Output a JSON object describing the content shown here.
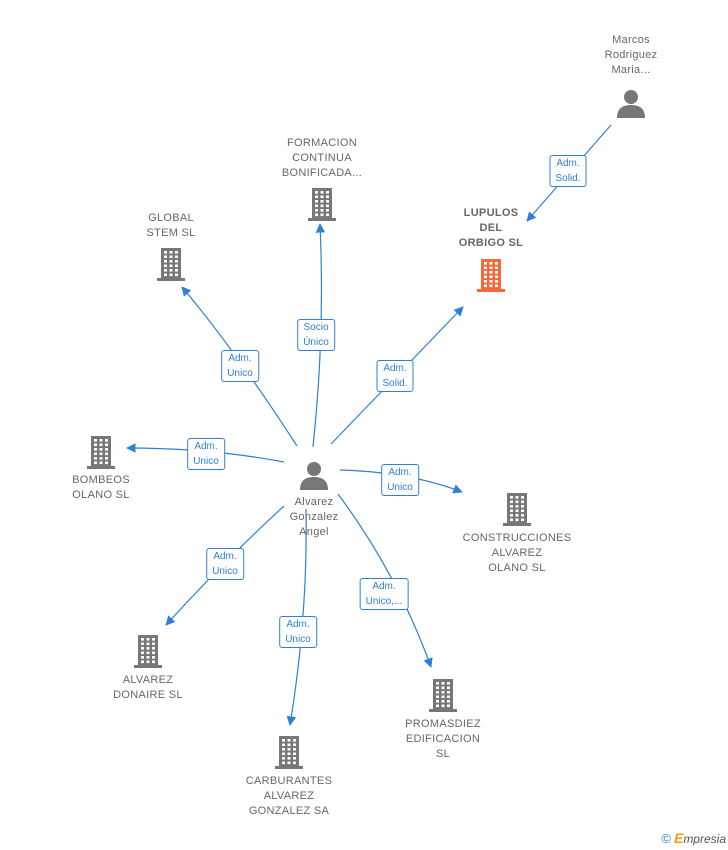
{
  "colors": {
    "edge": "#2f7fd4",
    "node": "#777777",
    "focus_company": "#f26a3a",
    "label_text": "#666666"
  },
  "nodes": [
    {
      "id": "marcos",
      "kind": "person",
      "lines": [
        "Marcos",
        "Rodriguez",
        "Maria..."
      ],
      "focus": false
    },
    {
      "id": "lupulos",
      "kind": "company",
      "lines": [
        "LUPULOS",
        "DEL",
        "ORBIGO SL"
      ],
      "focus": true
    },
    {
      "id": "formacion",
      "kind": "company",
      "lines": [
        "FORMACION",
        "CONTINUA",
        "BONIFICADA..."
      ],
      "focus": false
    },
    {
      "id": "global",
      "kind": "company",
      "lines": [
        "GLOBAL",
        "STEM SL"
      ],
      "focus": false
    },
    {
      "id": "bombeos",
      "kind": "company",
      "lines": [
        "BOMBEOS",
        "OLANO SL"
      ],
      "focus": false
    },
    {
      "id": "alvarez_angel",
      "kind": "person",
      "lines": [
        "Alvarez",
        "Gonzalez",
        "Angel"
      ],
      "focus": false
    },
    {
      "id": "construcciones",
      "kind": "company",
      "lines": [
        "CONSTRUCCIONES",
        "ALVAREZ",
        "OLANO SL"
      ],
      "focus": false
    },
    {
      "id": "donaire",
      "kind": "company",
      "lines": [
        "ALVAREZ",
        "DONAIRE SL"
      ],
      "focus": false
    },
    {
      "id": "promasdiez",
      "kind": "company",
      "lines": [
        "PROMASDIEZ",
        "EDIFICACION",
        "SL"
      ],
      "focus": false
    },
    {
      "id": "carburantes",
      "kind": "company",
      "lines": [
        "CARBURANTES",
        "ALVAREZ",
        "GONZALEZ SA"
      ],
      "focus": false
    }
  ],
  "edges": [
    {
      "from": "marcos",
      "to": "lupulos",
      "lines": [
        "Adm.",
        "Solid."
      ]
    },
    {
      "from": "alvarez_angel",
      "to": "formacion",
      "lines": [
        "Socio",
        "Único"
      ]
    },
    {
      "from": "alvarez_angel",
      "to": "global",
      "lines": [
        "Adm.",
        "Unico"
      ]
    },
    {
      "from": "alvarez_angel",
      "to": "lupulos",
      "lines": [
        "Adm.",
        "Solid."
      ]
    },
    {
      "from": "alvarez_angel",
      "to": "bombeos",
      "lines": [
        "Adm.",
        "Unico"
      ]
    },
    {
      "from": "alvarez_angel",
      "to": "construcciones",
      "lines": [
        "Adm.",
        "Unico"
      ]
    },
    {
      "from": "alvarez_angel",
      "to": "donaire",
      "lines": [
        "Adm.",
        "Unico"
      ]
    },
    {
      "from": "alvarez_angel",
      "to": "carburantes",
      "lines": [
        "Adm.",
        "Unico"
      ]
    },
    {
      "from": "alvarez_angel",
      "to": "promasdiez",
      "lines": [
        "Adm.",
        "Unico,..."
      ]
    }
  ],
  "footer": {
    "copyright": "©",
    "brand_initial": "E",
    "brand_rest": "mpresia"
  }
}
